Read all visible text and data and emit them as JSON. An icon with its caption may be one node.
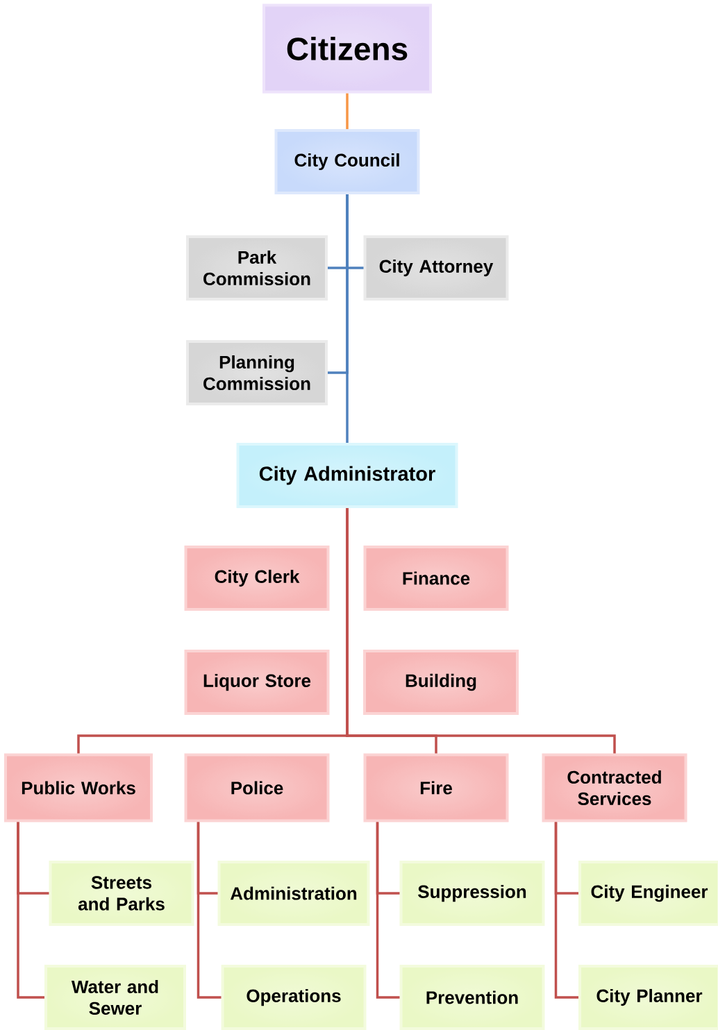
{
  "diagram": {
    "nodes": [
      {
        "text": [
          "Citizens"
        ]
      },
      {
        "text": [
          "City Council"
        ]
      },
      {
        "text": [
          "Park Commission"
        ]
      },
      {
        "text": [
          "City Attorney"
        ]
      },
      {
        "text": [
          "Planning Commission"
        ]
      },
      {
        "text": [
          "City Administrator"
        ]
      },
      {
        "text": [
          "City Clerk"
        ]
      },
      {
        "text": [
          "Finance"
        ]
      },
      {
        "text": [
          "Liquor Store"
        ]
      },
      {
        "text": [
          "Building"
        ]
      },
      {
        "text": [
          "Public Works"
        ]
      },
      {
        "text": [
          "Police"
        ]
      },
      {
        "text": [
          "Fire"
        ]
      },
      {
        "text": [
          "Contracted Services"
        ]
      },
      {
        "text": [
          "Streets and Parks"
        ]
      },
      {
        "text": [
          "Water and Sewer"
        ]
      },
      {
        "text": [
          "Administration"
        ]
      },
      {
        "text": [
          "Operations"
        ]
      },
      {
        "text": [
          "Suppression"
        ]
      },
      {
        "text": [
          "Prevention"
        ]
      },
      {
        "text": [
          "City Engineer"
        ]
      },
      {
        "text": [
          "City Planner"
        ]
      }
    ],
    "edges": [
      {
        "from": 0,
        "to": 1,
        "arrow": "none",
        "color": "#f79646"
      },
      {
        "from": 1,
        "to": 2,
        "arrow": "none",
        "color": "#4f81bd"
      },
      {
        "from": 1,
        "to": 3,
        "arrow": "none",
        "color": "#4f81bd"
      },
      {
        "from": 1,
        "to": 4,
        "arrow": "none",
        "color": "#4f81bd"
      },
      {
        "from": 1,
        "to": 5,
        "arrow": "none",
        "color": "#4f81bd"
      },
      {
        "from": 5,
        "to": 10,
        "arrow": "none"
      },
      {
        "from": 5,
        "to": 12,
        "arrow": "none"
      },
      {
        "from": 5,
        "to": 13,
        "arrow": "none"
      },
      {
        "from": 10,
        "to": 14,
        "arrow": "none"
      },
      {
        "from": 10,
        "to": 15,
        "arrow": "none"
      },
      {
        "from": 11,
        "to": 16,
        "arrow": "none"
      },
      {
        "from": 11,
        "to": 17,
        "arrow": "none"
      },
      {
        "from": 12,
        "to": 18,
        "arrow": "none"
      },
      {
        "from": 12,
        "to": 19,
        "arrow": "none"
      },
      {
        "from": 13,
        "to": 20,
        "arrow": "none"
      },
      {
        "from": 13,
        "to": 21,
        "arrow": "none"
      }
    ]
  }
}
